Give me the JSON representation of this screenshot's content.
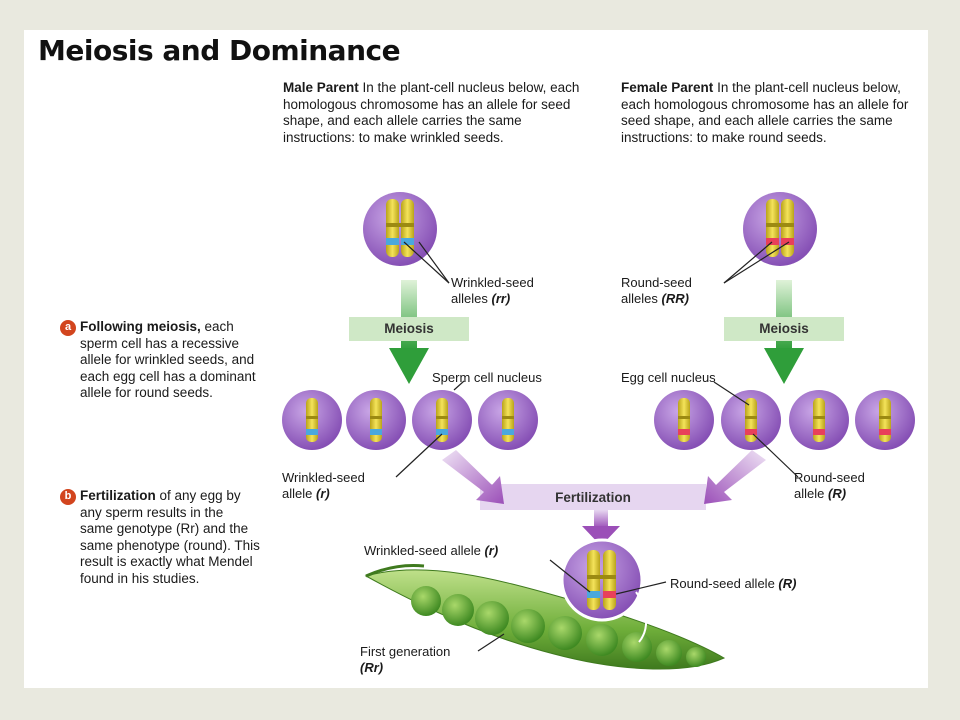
{
  "title": "Meiosis and Dominance",
  "male": {
    "heading": "Male Parent",
    "text": "In the plant-cell nucleus below, each homologous chromosome has an allele for seed shape, and each allele carries the same instructions: to make wrinkled seeds.",
    "allele_label": "Wrinkled-seed",
    "allele_label2": "alleles",
    "allele_genotype": "(rr)",
    "meiosis": "Meiosis",
    "nucleus_label": "Sperm cell nucleus",
    "single_allele_label": "Wrinkled-seed",
    "single_allele_label2": "allele",
    "single_allele_genotype": "(r)"
  },
  "female": {
    "heading": "Female Parent",
    "text": "In the plant-cell nucleus below, each homologous chromosome has an allele for seed shape, and each allele carries the same instructions: to make round seeds.",
    "allele_label": "Round-seed",
    "allele_label2": "alleles",
    "allele_genotype": "(RR)",
    "meiosis": "Meiosis",
    "nucleus_label": "Egg cell nucleus",
    "single_allele_label": "Round-seed",
    "single_allele_label2": "allele",
    "single_allele_genotype": "(R)"
  },
  "fertilization": "Fertilization",
  "offspring": {
    "wrinkled_label": "Wrinkled-seed allele",
    "wrinkled_genotype": "(r)",
    "round_label": "Round-seed allele",
    "round_genotype": "(R)",
    "generation_label": "First generation",
    "generation_genotype": "(Rr)"
  },
  "steps": [
    {
      "badge": "a",
      "bold": "Following meiosis,",
      "text": "each sperm cell has a recessive allele for wrinkled seeds, and each egg cell has a dominant allele for round seeds."
    },
    {
      "badge": "b",
      "bold": "Fertilization",
      "text": "of any egg by any sperm results in the same genotype (Rr) and the same phenotype (round). This result is exactly what Mendel found in his studies."
    }
  ],
  "colors": {
    "nucleus": "#9b6cc4",
    "chromosome": "#e8d43a",
    "wrinkled_allele": "#4aa8dd",
    "round_allele": "#e8405a",
    "meiosis_band": "#cfe8c6",
    "fertilization_band": "#e6d6f0",
    "arrow_green": "#2f9e3a",
    "arrow_purple": "#9b4fb8",
    "pea_pod": "#6fae3a",
    "badge": "#d2451e"
  }
}
